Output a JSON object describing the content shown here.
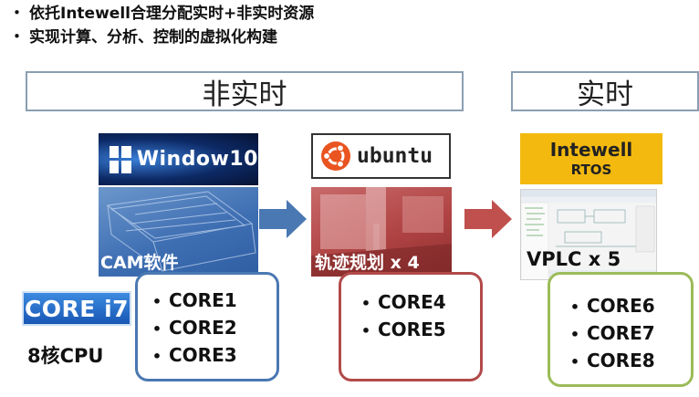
{
  "bullets": [
    {
      "marker": "・",
      "text": "依托Intewell合理分配实时+非实时资源"
    },
    {
      "marker": "・",
      "text": "实现计算、分析、控制的虚拟化构建"
    }
  ],
  "headers": {
    "non_realtime": "非实时",
    "realtime": "实时"
  },
  "logos": {
    "windows": "Window10",
    "ubuntu": "ubuntu",
    "intewell_name": "Intewell",
    "intewell_sub": "RTOS",
    "core_i7": "CORE i7"
  },
  "panels": {
    "cam": "CAM软件",
    "trajectory": "轨迹规划 x 4",
    "vplc": "VPLC x 5"
  },
  "core_groups": [
    {
      "items": [
        "CORE1",
        "CORE2",
        "CORE3"
      ],
      "border_color": "#4a78b2"
    },
    {
      "items": [
        "CORE4",
        "CORE5"
      ],
      "border_color": "#b24a4a"
    },
    {
      "items": [
        "CORE6",
        "CORE7",
        "CORE8"
      ],
      "border_color": "#9bbb59"
    }
  ],
  "cpu_label": "8核CPU",
  "colors": {
    "arrow_blue": "#4a78b2",
    "arrow_red": "#c0504d",
    "intewell_yellow": "#f3b90f",
    "header_border": "#8a9fb2"
  }
}
